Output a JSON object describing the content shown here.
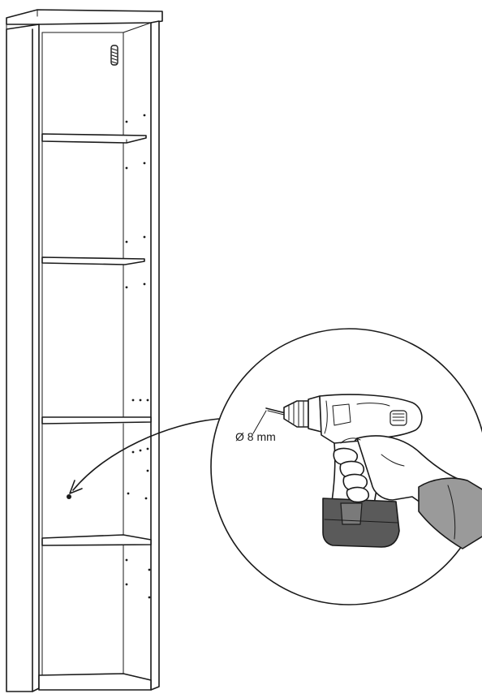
{
  "drill_detail": {
    "diameter_label": "Ø 8 mm"
  },
  "colors": {
    "line": "#1a1a1a",
    "battery": "#5a5a5a",
    "sleeve": "#9a9a9a",
    "drill_body": "#ffffff"
  },
  "icons": [
    "bookcase-illustration",
    "drill-hole-marker",
    "curved-arrow-icon",
    "power-drill-icon",
    "hand-illustration"
  ]
}
